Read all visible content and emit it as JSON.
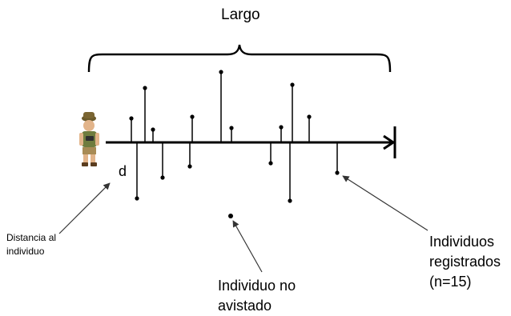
{
  "diagram": {
    "title": "Largo",
    "distance_symbol": "d",
    "distance_label": [
      "Distancia al",
      "individuo"
    ],
    "unsighted_label": [
      "Individuo no",
      "avistado"
    ],
    "recorded_label": [
      "Individuos",
      "registrados",
      "(n=15)"
    ],
    "observer_icon": "explorer-person-icon",
    "line_color": "#000000"
  }
}
